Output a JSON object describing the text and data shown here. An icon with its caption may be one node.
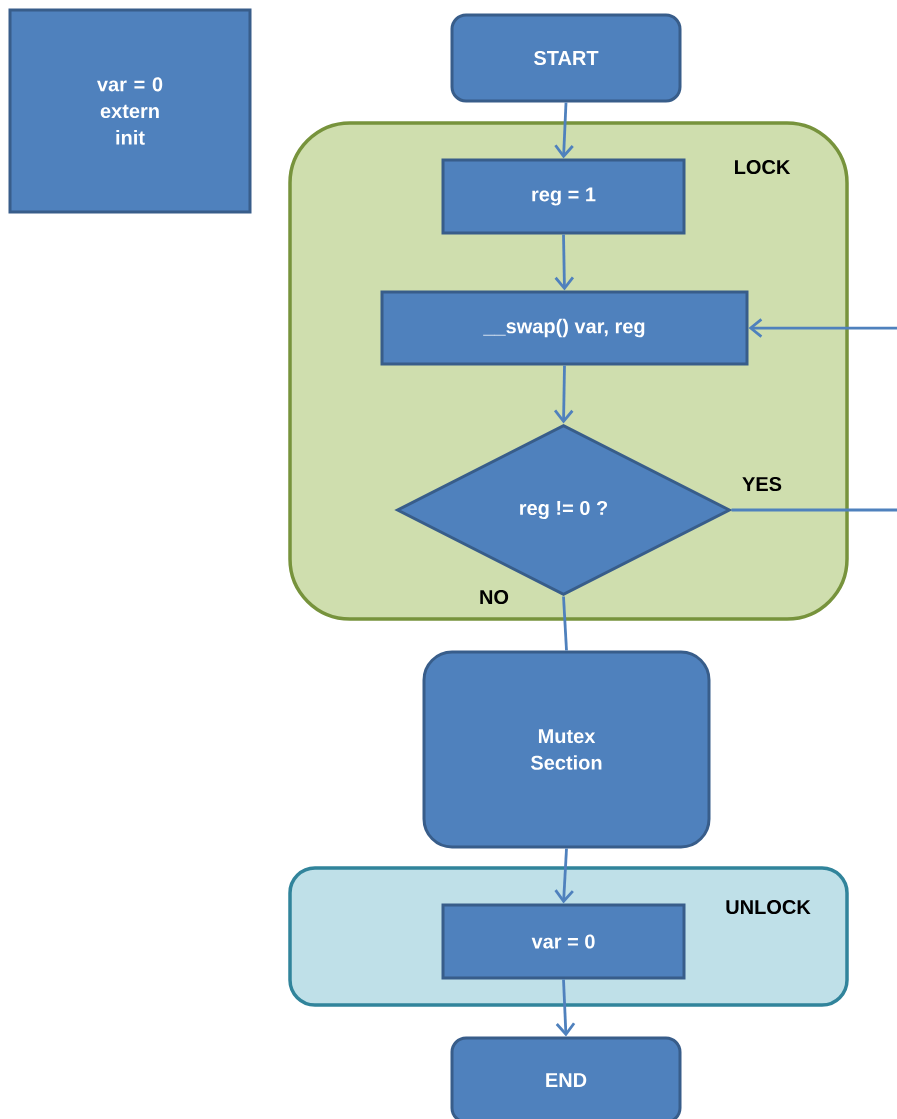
{
  "diagram": {
    "nodes": [
      {
        "text": [
          "var = 0 extern init"
        ]
      },
      {
        "text": [
          "START"
        ]
      },
      {
        "text": [
          "LOCK"
        ]
      },
      {
        "text": [
          "reg = 1"
        ],
        "in": 2
      },
      {
        "text": [
          "__swap() var, reg"
        ],
        "in": 2
      },
      {
        "text": [
          "reg != 0 ?"
        ],
        "in": 2
      },
      {
        "text": [
          "Mutex Section"
        ]
      },
      {
        "text": [
          "UNLOCK"
        ]
      },
      {
        "text": [
          "var = 0"
        ],
        "in": 7
      },
      {
        "text": [
          "END"
        ]
      }
    ],
    "edges": [
      {
        "from": 1,
        "to": 3,
        "arrow": "to"
      },
      {
        "from": 3,
        "to": 4,
        "arrow": "to"
      },
      {
        "from": 4,
        "to": 5,
        "arrow": "to"
      },
      {
        "from": 5,
        "to": 4,
        "arrow": "to",
        "label": "YES"
      },
      {
        "from": 5,
        "to": 6,
        "arrow": "none",
        "label": "NO"
      },
      {
        "from": 6,
        "to": 8,
        "arrow": "to"
      },
      {
        "from": 8,
        "to": 9,
        "arrow": "to"
      }
    ]
  }
}
